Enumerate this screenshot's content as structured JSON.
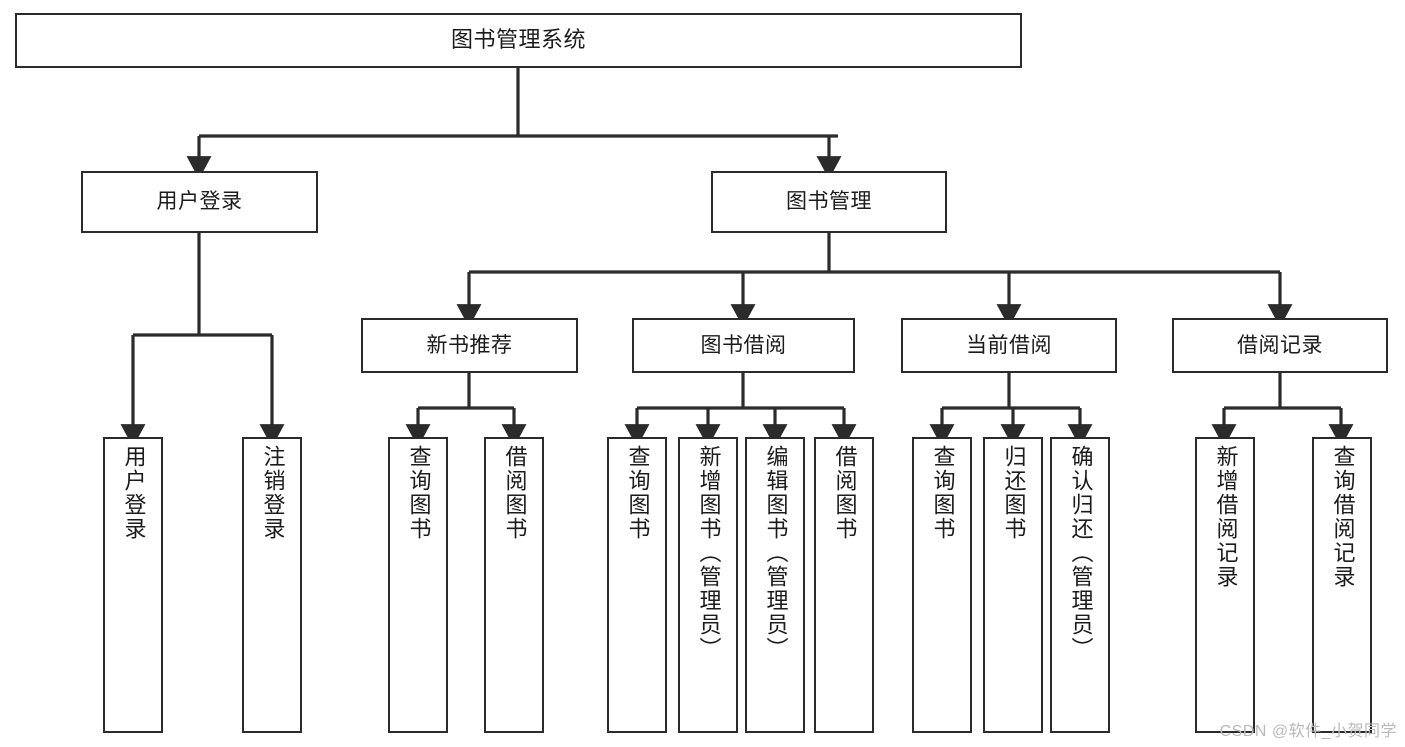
{
  "diagram": {
    "type": "tree",
    "title": "图书管理系统",
    "watermark": "CSDN @软件_小贺同学",
    "colors": {
      "stroke": "#2b2b2b",
      "fill": "#ffffff",
      "text": "#1b1b1b",
      "watermark": "#b9b9b9"
    },
    "nodes": {
      "root": {
        "label": "图书管理系统"
      },
      "level1": [
        {
          "id": "user-login",
          "label": "用户登录"
        },
        {
          "id": "book-manage",
          "label": "图书管理"
        }
      ],
      "level2": [
        {
          "id": "new-book-rec",
          "label": "新书推荐"
        },
        {
          "id": "book-borrow",
          "label": "图书借阅"
        },
        {
          "id": "current-borrow",
          "label": "当前借阅"
        },
        {
          "id": "borrow-record",
          "label": "借阅记录"
        }
      ],
      "leaves": {
        "user-login": [
          {
            "id": "leaf-user-login",
            "label": "用户登录"
          },
          {
            "id": "leaf-logout",
            "label": "注销登录"
          }
        ],
        "new-book-rec": [
          {
            "id": "leaf-query-book-1",
            "label": "查询图书"
          },
          {
            "id": "leaf-borrow-book-1",
            "label": "借阅图书"
          }
        ],
        "book-borrow": [
          {
            "id": "leaf-query-book-2",
            "label": "查询图书"
          },
          {
            "id": "leaf-add-book",
            "label": "新增图书（管理员）"
          },
          {
            "id": "leaf-edit-book",
            "label": "编辑图书（管理员）"
          },
          {
            "id": "leaf-borrow-book-2",
            "label": "借阅图书"
          }
        ],
        "current-borrow": [
          {
            "id": "leaf-query-book-3",
            "label": "查询图书"
          },
          {
            "id": "leaf-return-book",
            "label": "归还图书"
          },
          {
            "id": "leaf-confirm-return",
            "label": "确认归还（管理员）"
          }
        ],
        "borrow-record": [
          {
            "id": "leaf-add-record",
            "label": "新增借阅记录"
          },
          {
            "id": "leaf-query-record",
            "label": "查询借阅记录"
          }
        ]
      }
    },
    "edges": [
      {
        "from": "root",
        "to": "user-login"
      },
      {
        "from": "root",
        "to": "book-manage"
      },
      {
        "from": "user-login",
        "to": "leaf-user-login"
      },
      {
        "from": "user-login",
        "to": "leaf-logout"
      },
      {
        "from": "book-manage",
        "to": "new-book-rec"
      },
      {
        "from": "book-manage",
        "to": "book-borrow"
      },
      {
        "from": "book-manage",
        "to": "current-borrow"
      },
      {
        "from": "book-manage",
        "to": "borrow-record"
      },
      {
        "from": "new-book-rec",
        "to": "leaf-query-book-1"
      },
      {
        "from": "new-book-rec",
        "to": "leaf-borrow-book-1"
      },
      {
        "from": "book-borrow",
        "to": "leaf-query-book-2"
      },
      {
        "from": "book-borrow",
        "to": "leaf-add-book"
      },
      {
        "from": "book-borrow",
        "to": "leaf-edit-book"
      },
      {
        "from": "book-borrow",
        "to": "leaf-borrow-book-2"
      },
      {
        "from": "current-borrow",
        "to": "leaf-query-book-3"
      },
      {
        "from": "current-borrow",
        "to": "leaf-return-book"
      },
      {
        "from": "current-borrow",
        "to": "leaf-confirm-return"
      },
      {
        "from": "borrow-record",
        "to": "leaf-add-record"
      },
      {
        "from": "borrow-record",
        "to": "leaf-query-record"
      }
    ]
  }
}
